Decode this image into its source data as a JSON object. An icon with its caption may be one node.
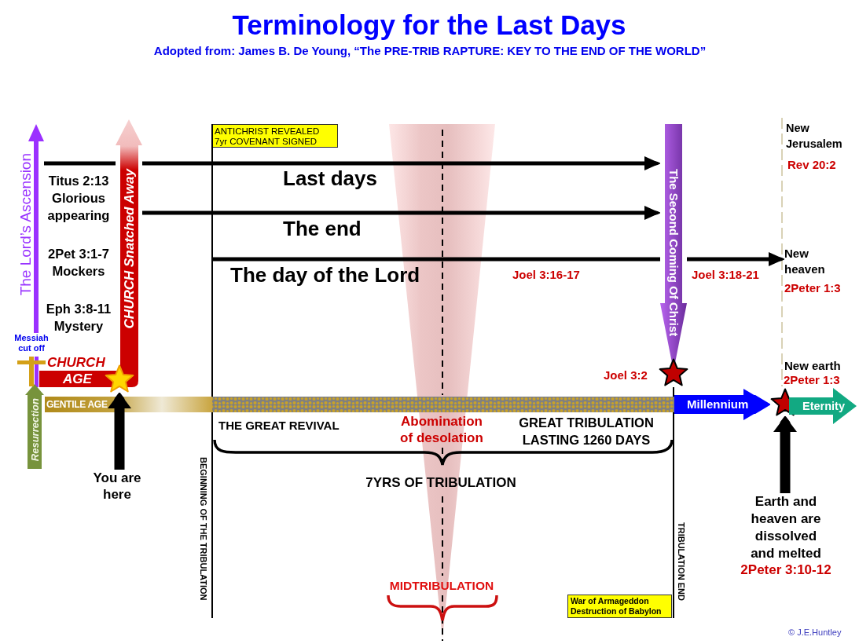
{
  "diagram": {
    "title": "Terminology for the Last Days",
    "nodes": [
      {
        "text": [
          "The Lord’s Ascension"
        ]
      },
      {
        "text": [
          "Resurrection"
        ]
      },
      {
        "text": [
          "CHURCH",
          "AGE"
        ]
      },
      {
        "text": [
          "CHURCH Snatched Away"
        ]
      },
      {
        "text": [],
        "shape": "star"
      },
      {
        "text": [
          "You are here"
        ]
      },
      {
        "text": [
          "ANTICHRIST REVEALED 7yr COVENANT SIGNED"
        ]
      },
      {
        "text": [
          "BEGINNING OF THE TRIBULATION"
        ]
      },
      {
        "text": [
          "The Second Coming Of Christ"
        ]
      },
      {
        "text": [],
        "shape": "star",
        "beside": [
          "Joel 3:2"
        ]
      },
      {
        "text": [
          "TRIBULATION END"
        ]
      },
      {
        "text": [
          "War of Armageddon Destruction of Babylon"
        ]
      },
      {
        "text": [
          "New heaven",
          "2Peter 1:3"
        ]
      },
      {
        "text": [
          "GENTILE AGE"
        ]
      },
      {
        "text": [],
        "shape": "star"
      },
      {
        "text": [
          "Eternity"
        ]
      },
      {
        "text": [
          "Earth and heaven are dissolved and melted",
          "2Peter 3:10-12"
        ]
      }
    ],
    "edges": [
      {
        "from": 0,
        "to": 3,
        "arrow": "none"
      },
      {
        "from": 3,
        "to": 8,
        "arrow": "to",
        "label": "Last days"
      },
      {
        "from": 3,
        "to": 8,
        "arrow": "to",
        "label": "The end"
      },
      {
        "from": 7,
        "to": 8,
        "arrow": "none",
        "label": "The day of the Lord"
      },
      {
        "from": 8,
        "to": 12,
        "arrow": "to"
      },
      {
        "from": 5,
        "to": 4,
        "arrow": "to",
        "style": "thick"
      },
      {
        "from": 16,
        "to": 14,
        "arrow": "to",
        "style": "thick"
      },
      {
        "from": 13,
        "to": 14,
        "arrow": "to",
        "label": "Millennium",
        "style": "thick",
        "color": "#0000ff"
      }
    ],
    "labels": [
      "Adopted from: James B. De Young, “The PRE-TRIB RAPTURE: KEY TO THE END OF THE WORLD”",
      "New Jerusalem",
      "Rev 20:2",
      "Titus 2:13 Glorious appearing",
      "2Pet 3:1-7 Mockers",
      "Joel 3:16-17",
      "Joel 3:18-21",
      "Eph 3:8-11 Mystery",
      "Messiah cut off",
      "New earth",
      "2Peter 1:3",
      "THE GREAT REVIVAL",
      "Abomination of desolation",
      "GREAT TRIBULATION LASTING 1260 DAYS",
      "7YRS OF TRIBULATION",
      "MIDTRIBULATION",
      "© J.E.Huntley"
    ]
  }
}
